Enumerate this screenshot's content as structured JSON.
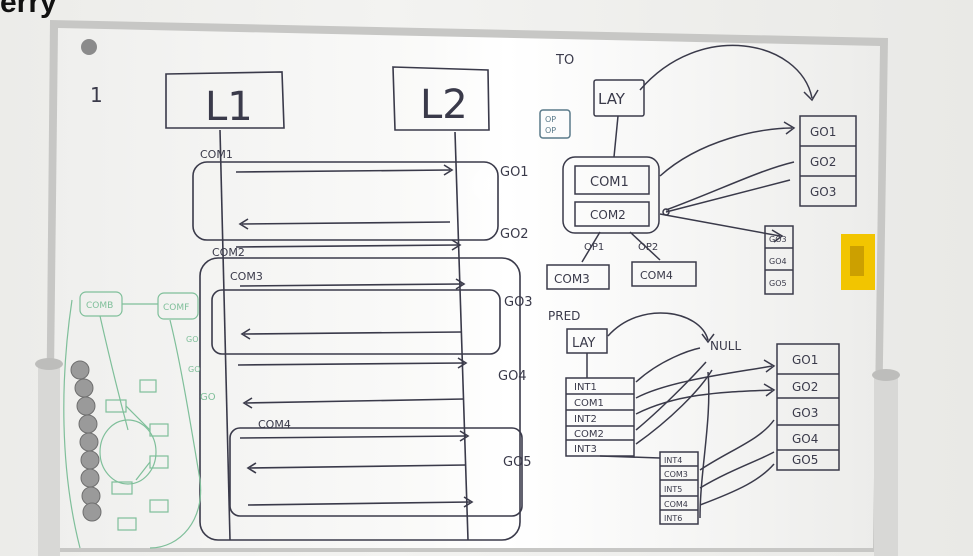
{
  "header": {
    "title": "erry"
  },
  "board": {
    "left": {
      "boxes": [
        "L1",
        "L2"
      ],
      "number_mark": "1",
      "com_labels": [
        "COM1",
        "COM2",
        "COM3",
        "COM4"
      ],
      "go_labels": [
        "GO1",
        "GO2",
        "GO3",
        "GO4",
        "GO5"
      ]
    },
    "to": {
      "heading": "TO",
      "lay": "LAY",
      "opop": [
        "OP",
        "OP"
      ],
      "com": [
        "COM1",
        "COM2",
        "COM3",
        "COM4"
      ],
      "op": [
        "OP1",
        "OP2"
      ],
      "go_stack": [
        "GO1",
        "GO2",
        "GO3"
      ],
      "small_go": [
        "GO3",
        "GO4",
        "GO5"
      ]
    },
    "pred": {
      "heading": "PRED",
      "lay": "LAY",
      "null_label": "NULL",
      "stack": [
        "INT1",
        "COM1",
        "INT2",
        "COM2",
        "INT3"
      ],
      "lower_stack": [
        "INT4",
        "COM3",
        "INT5",
        "COM4",
        "INT6"
      ],
      "go_stack": [
        "GO1",
        "GO2",
        "GO3",
        "GO4",
        "GO5"
      ]
    },
    "green": {
      "labels": [
        "COMB",
        "COMF",
        "GO",
        "GO",
        "GO"
      ]
    }
  },
  "colors": {
    "ink": "#3a3a4a",
    "green_ink": "#7fbf9a",
    "board": "#f7f7f5",
    "frame": "#b9b9b9",
    "sticky": "#f2c500"
  }
}
